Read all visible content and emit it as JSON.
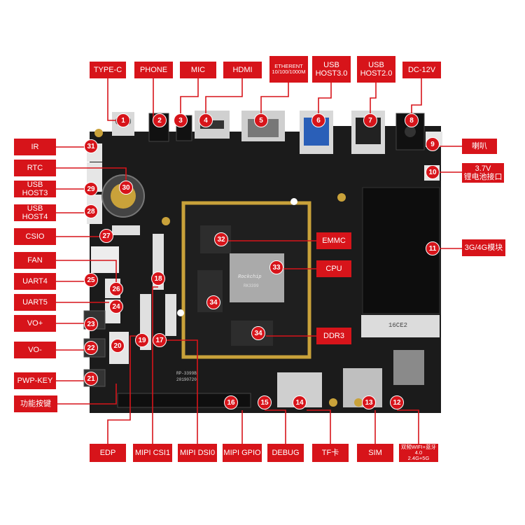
{
  "colors": {
    "accent": "#d7141a",
    "board": "#1b1b1b",
    "gold": "#c9a23a"
  },
  "board_text": {
    "cpu_brand": "Rockchip",
    "cpu_model": "RK3399",
    "pcb_name": "RP-3399B",
    "pcb_date": "20190720",
    "slot_code": "16CE2"
  },
  "labels": [
    {
      "id": "type-c",
      "text": "TYPE-C"
    },
    {
      "id": "phone",
      "text": "PHONE"
    },
    {
      "id": "mic",
      "text": "MIC"
    },
    {
      "id": "hdmi",
      "text": "HDMI"
    },
    {
      "id": "ethernet",
      "text": "ETHERENT\n10/100/1000M"
    },
    {
      "id": "usb-host3",
      "text": "USB\nHOST3.0"
    },
    {
      "id": "usb-host2",
      "text": "USB\nHOST2.0"
    },
    {
      "id": "dc-12v",
      "text": "DC-12V"
    },
    {
      "id": "speaker",
      "text": "喇叭"
    },
    {
      "id": "battery",
      "text": "3.7V\n锂电池接口"
    },
    {
      "id": "modem",
      "text": "3G/4G模块"
    },
    {
      "id": "emmc",
      "text": "EMMC"
    },
    {
      "id": "cpu",
      "text": "CPU"
    },
    {
      "id": "ddr3",
      "text": "DDR3"
    },
    {
      "id": "ir",
      "text": "IR"
    },
    {
      "id": "rtc",
      "text": "RTC"
    },
    {
      "id": "usb-host3-side",
      "text": "USB HOST3"
    },
    {
      "id": "usb-host4-side",
      "text": "USB HOST4"
    },
    {
      "id": "csio",
      "text": "CSIO"
    },
    {
      "id": "fan",
      "text": "FAN"
    },
    {
      "id": "uart4",
      "text": "UART4"
    },
    {
      "id": "uart5",
      "text": "UART5"
    },
    {
      "id": "vo-plus",
      "text": "VO+"
    },
    {
      "id": "vo-minus",
      "text": "VO-"
    },
    {
      "id": "pwp-key",
      "text": "PWP-KEY"
    },
    {
      "id": "func-key",
      "text": "功能按键"
    },
    {
      "id": "edp",
      "text": "EDP"
    },
    {
      "id": "mipi-csi1",
      "text": "MIPI CSI1"
    },
    {
      "id": "mipi-dsi0",
      "text": "MIPI DSI0"
    },
    {
      "id": "mipi-gpio",
      "text": "MIPI GPIO"
    },
    {
      "id": "debug",
      "text": "DEBUG"
    },
    {
      "id": "tf",
      "text": "TF卡"
    },
    {
      "id": "sim",
      "text": "SIM"
    },
    {
      "id": "wifi",
      "text": "双频WIFI+蓝牙4.0\n2.4G+5G"
    }
  ],
  "markers": [
    "1",
    "2",
    "3",
    "4",
    "5",
    "6",
    "7",
    "8",
    "9",
    "10",
    "11",
    "12",
    "13",
    "14",
    "15",
    "16",
    "17",
    "18",
    "19",
    "20",
    "21",
    "22",
    "23",
    "24",
    "25",
    "26",
    "27",
    "28",
    "29",
    "30",
    "31",
    "32",
    "33",
    "34",
    "34"
  ]
}
